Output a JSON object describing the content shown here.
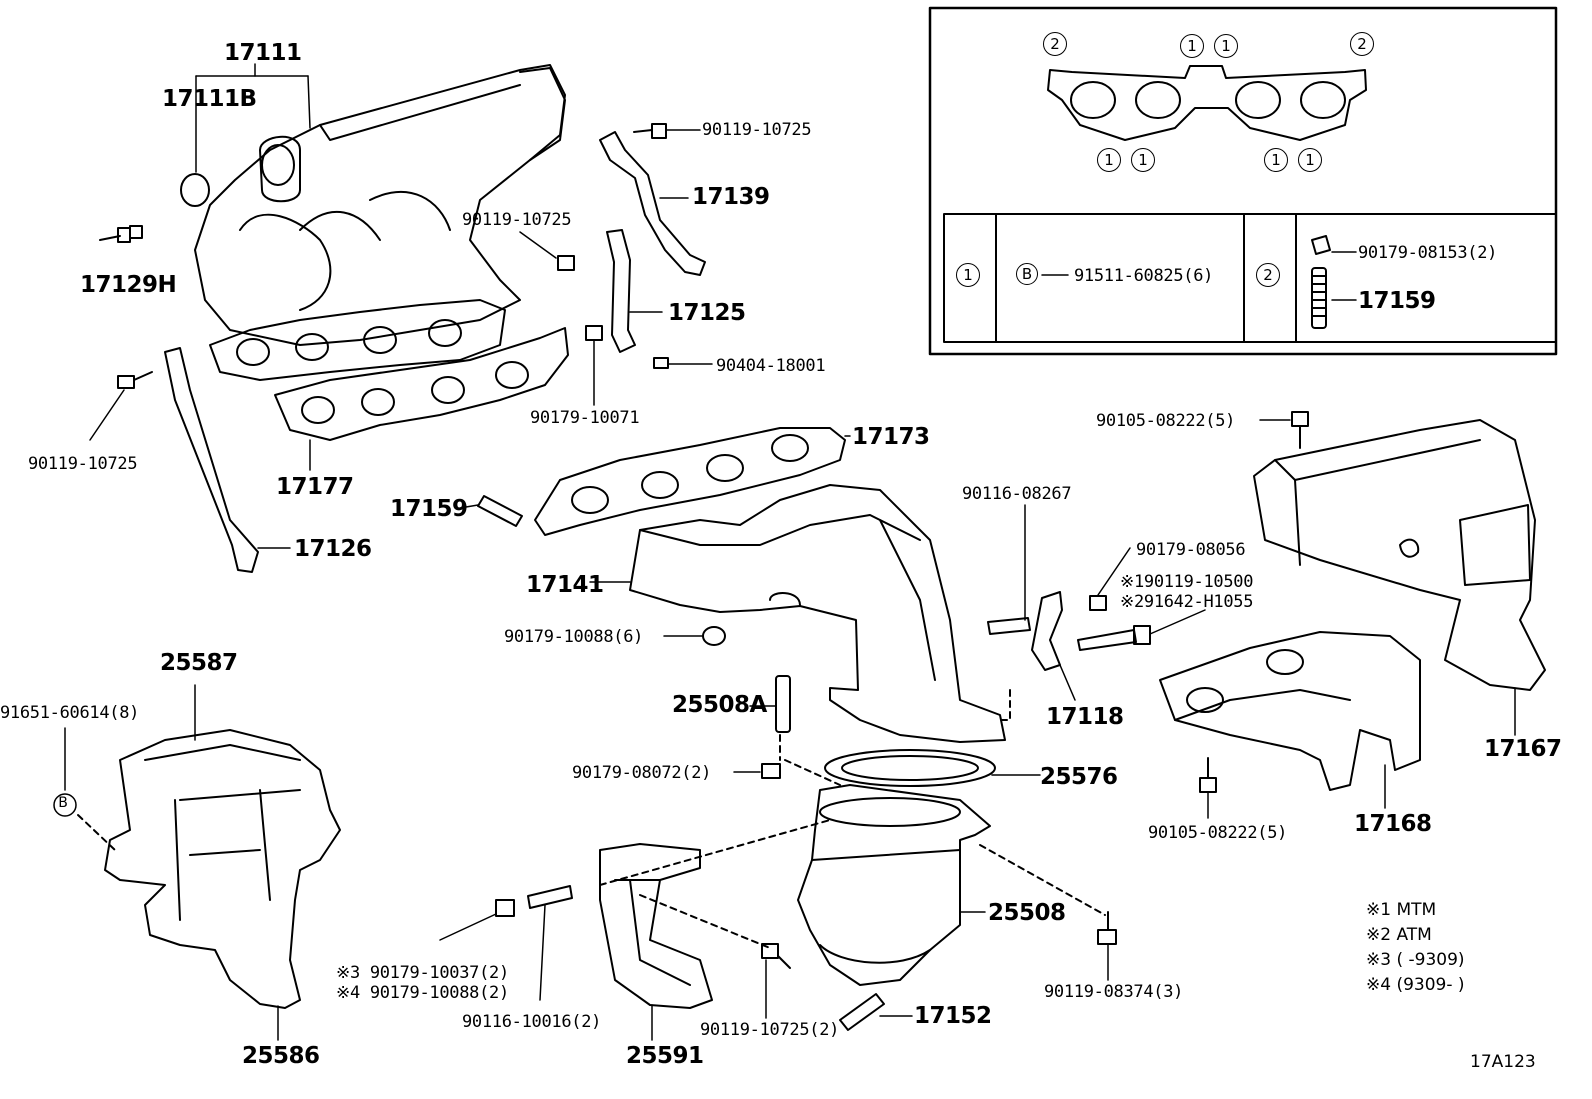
{
  "labels": {
    "p17111": "17111",
    "p17111B": "17111B",
    "p17129H": "17129H",
    "p90119_10725_a": "90119-10725",
    "p17139": "17139",
    "p90119_10725_b": "90119-10725",
    "p17125": "17125",
    "p90404_18001": "90404-18001",
    "p90179_10071": "90179-10071",
    "p90119_10725_c": "90119-10725",
    "p17177": "17177",
    "p17126": "17126",
    "p17173": "17173",
    "p17159": "17159",
    "p17141": "17141",
    "p90179_10088_6": "90179-10088(6)",
    "p90116_08267": "90116-08267",
    "p90179_08056": "90179-08056",
    "p90119_10500": "※190119-10500",
    "p91642_H1055": "※291642-H1055",
    "p17118": "17118",
    "p90105_08222_top": "90105-08222(5)",
    "p17167": "17167",
    "p17168": "17168",
    "p90105_08222_bot": "90105-08222(5)",
    "p25587": "25587",
    "p91651_60614": "91651-60614(8)",
    "p25508A": "25508A",
    "p90179_08072": "90179-08072(2)",
    "p25576": "25576",
    "p25508": "25508",
    "p90179_10037": "※3 90179-10037(2)",
    "p90179_10088_2": "※4 90179-10088(2)",
    "p90116_10016": "90116-10016(2)",
    "p90119_10725_d": "90119-10725(2)",
    "p17152": "17152",
    "p90119_08374": "90119-08374(3)",
    "p25586": "25586",
    "p25591": "25591"
  },
  "inset": {
    "row_circle_1": "1",
    "b_label": "B",
    "part_91511": "91511-60825(6)",
    "row_circle_2": "2",
    "part_90179_08153": "90179-08153(2)",
    "part_17159": "17159",
    "gasket_marks": [
      "2",
      "1",
      "1",
      "2",
      "1",
      "1",
      "1",
      "1"
    ]
  },
  "left_b_marker": "B",
  "notes": [
    "※1 MTM",
    "※2 ATM",
    "※3 (       -9309)",
    "※4 (9309-       )"
  ],
  "diagram_code": "17A123"
}
